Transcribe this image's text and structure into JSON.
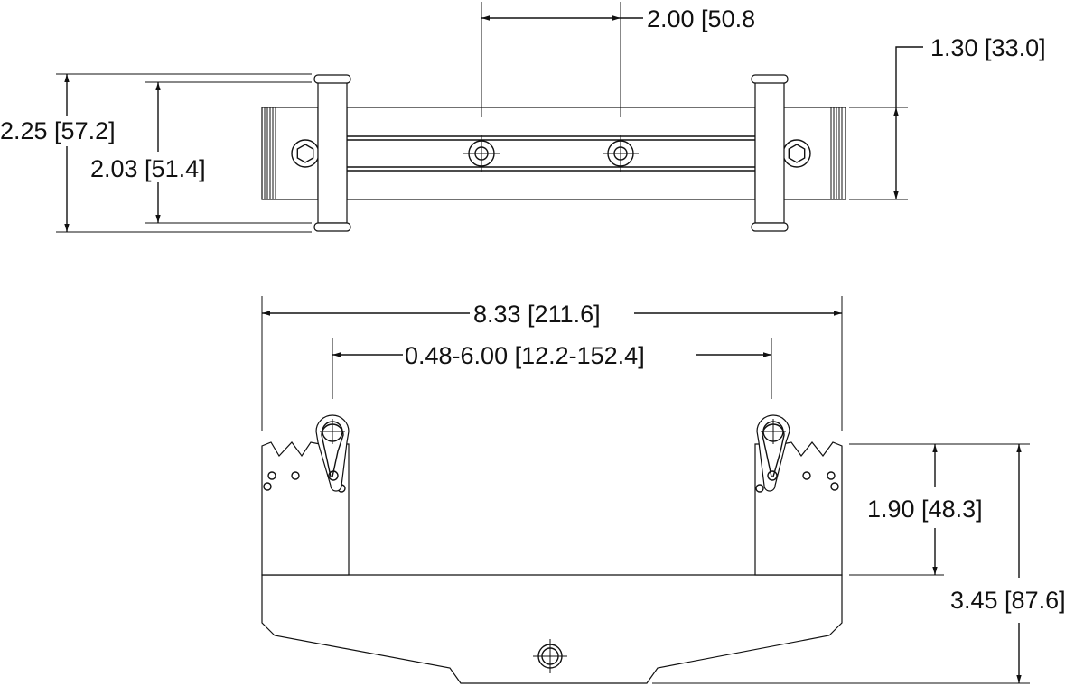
{
  "dimensions": {
    "top_center_spacing": "2.00 [50.8",
    "right_height": "1.30 [33.0]",
    "overall_height_outer": "2.25 [57.2]",
    "overall_height_inner": "2.03 [51.4]",
    "overall_width": "8.33 [211.6]",
    "jaw_range": "0.48-6.00 [12.2-152.4]",
    "jaw_height": "1.90 [48.3]",
    "total_height": "3.45 [87.6]"
  }
}
